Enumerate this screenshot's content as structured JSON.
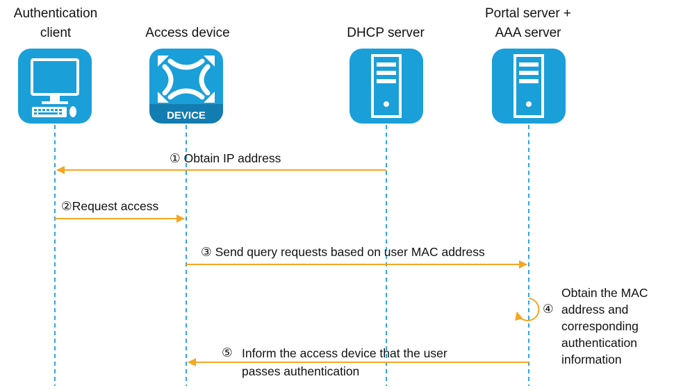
{
  "participants": [
    {
      "id": "client",
      "label": "Authentication\nclient",
      "icon": "computer-icon"
    },
    {
      "id": "access",
      "label": "Access device",
      "icon": "access-device-icon",
      "badge": "DEVICE"
    },
    {
      "id": "dhcp",
      "label": "DHCP server",
      "icon": "server-icon"
    },
    {
      "id": "portal",
      "label": "Portal server +\nAAA server",
      "icon": "server-icon"
    }
  ],
  "steps": [
    {
      "num": "①",
      "text": "Obtain IP address",
      "from": "dhcp",
      "to": "client"
    },
    {
      "num": "②",
      "text": "Request access",
      "from": "client",
      "to": "access"
    },
    {
      "num": "③",
      "text": "Send query requests based on user MAC address",
      "from": "access",
      "to": "portal"
    },
    {
      "num": "④",
      "text": "Obtain the MAC\naddress and\ncorresponding\nauthentication\ninformation",
      "from": "portal",
      "to": "portal"
    },
    {
      "num": "⑤",
      "text": "Inform the access device that the user\npasses authentication",
      "from": "portal",
      "to": "access"
    }
  ],
  "colors": {
    "icon_bg": "#1a9fd9",
    "badge_bg": "#137cb0",
    "lifeline": "#2fa6dd",
    "arrow": "#f5a623"
  }
}
